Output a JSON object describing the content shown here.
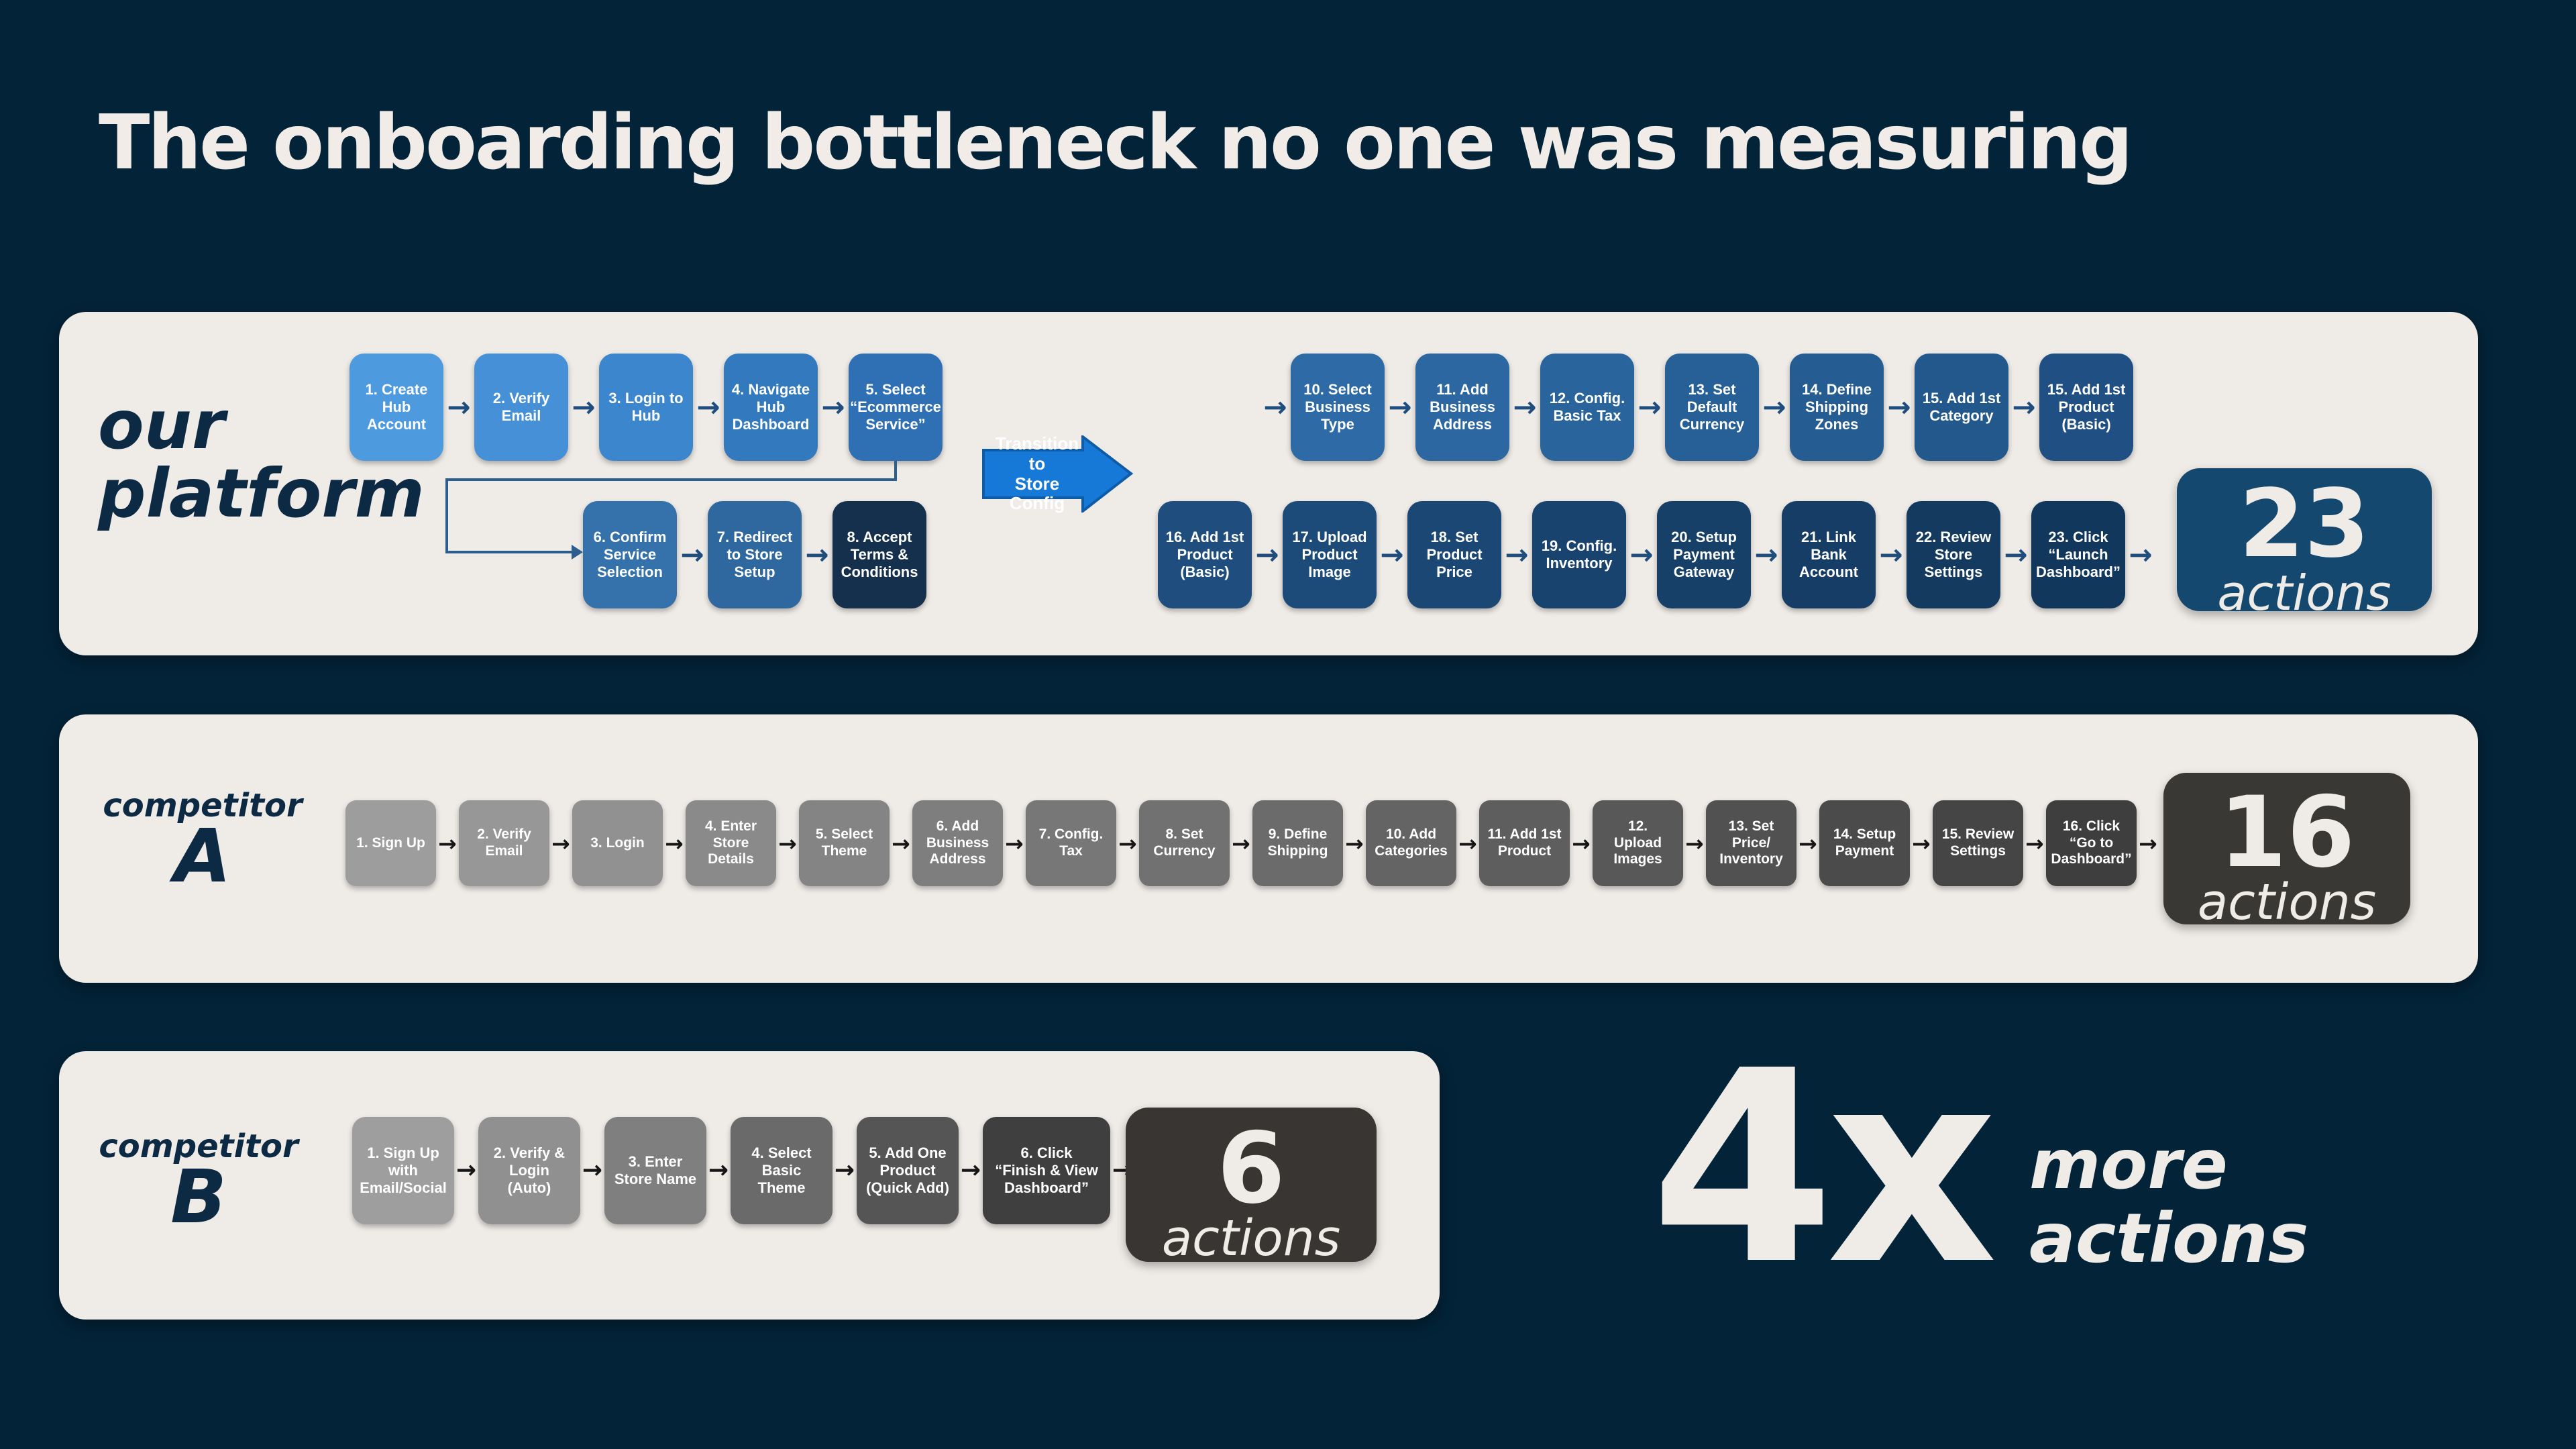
{
  "title": "The onboarding bottleneck no one was measuring",
  "colors": {
    "background": "#032338",
    "panel": "#EFEBE7",
    "title_text": "#F1ECE7",
    "label_navy": "#0D2A44",
    "transition_arrow_fill": "#1679D8",
    "transition_arrow_stroke": "#0E5CA6",
    "our_platform_badge": "#14486F",
    "competitor_a_badge": "#3A3835",
    "competitor_b_badge": "#383532"
  },
  "our_platform": {
    "label_line1": "our",
    "label_line2": "platform",
    "transition_label": "Transition to\nStore Config",
    "row1_left": [
      {
        "label": "1. Create\nHub\nAccount",
        "color": "#4E9ADF"
      },
      {
        "label": "2. Verify\nEmail",
        "color": "#4590D7"
      },
      {
        "label": "3. Login to\nHub",
        "color": "#3C86CE"
      },
      {
        "label": "4. Navigate\nHub\nDashboard",
        "color": "#3379BE"
      },
      {
        "label": "5. Select\n“Ecommerce\nService”",
        "color": "#2F6FB3"
      }
    ],
    "row2_left": [
      {
        "label": "6. Confirm\nService\nSelection",
        "color": "#3572AC"
      },
      {
        "label": "7. Redirect\nto Store\nSetup",
        "color": "#2F689F"
      },
      {
        "label": "8. Accept\nTerms &\nConditions",
        "color": "#15304D"
      }
    ],
    "row1_right": [
      {
        "label": "10. Select\nBusiness\nType",
        "color": "#2E6BA6"
      },
      {
        "label": "11. Add\nBusiness\nAddress",
        "color": "#2C67A1"
      },
      {
        "label": "12. Config.\nBasic Tax",
        "color": "#2A649C"
      },
      {
        "label": "13. Set\nDefault\nCurrency",
        "color": "#276097"
      },
      {
        "label": "14. Define\nShipping\nZones",
        "color": "#255C91"
      },
      {
        "label": "15. Add 1st\nCategory",
        "color": "#23588C"
      },
      {
        "label": "15. Add 1st\nProduct\n(Basic)",
        "color": "#205083"
      }
    ],
    "row2_right": [
      {
        "label": "16. Add 1st\nProduct\n(Basic)",
        "color": "#1E4D7E"
      },
      {
        "label": "17. Upload\nProduct\nImage",
        "color": "#1C4A79"
      },
      {
        "label": "18. Set\nProduct\nPrice",
        "color": "#1B4774"
      },
      {
        "label": "19. Config.\nInventory",
        "color": "#19436F"
      },
      {
        "label": "20. Setup\nPayment\nGateway",
        "color": "#174069"
      },
      {
        "label": "21. Link\nBank\nAccount",
        "color": "#163D65"
      },
      {
        "label": "22. Review\nStore\nSettings",
        "color": "#143A60"
      },
      {
        "label": "23. Click\n“Launch\nDashboard”",
        "color": "#12375C"
      }
    ],
    "badge": {
      "value": "23",
      "label": "actions"
    }
  },
  "competitor_a": {
    "label_line1": "competitor",
    "label_line2": "A",
    "steps": [
      {
        "label": "1. Sign Up",
        "color": "#9D9D9D"
      },
      {
        "label": "2. Verify\nEmail",
        "color": "#979797"
      },
      {
        "label": "3. Login",
        "color": "#919191"
      },
      {
        "label": "4. Enter\nStore\nDetails",
        "color": "#8A8A8A"
      },
      {
        "label": "5. Select\nTheme",
        "color": "#848484"
      },
      {
        "label": "6. Add\nBusiness\nAddress",
        "color": "#7E7E7E"
      },
      {
        "label": "7. Config.\nTax",
        "color": "#777777"
      },
      {
        "label": "8. Set\nCurrency",
        "color": "#717171"
      },
      {
        "label": "9. Define\nShipping",
        "color": "#6B6B6B"
      },
      {
        "label": "10. Add\nCategories",
        "color": "#646464"
      },
      {
        "label": "11. Add 1st\nProduct",
        "color": "#5E5E5E"
      },
      {
        "label": "12.\nUpload\nImages",
        "color": "#585858"
      },
      {
        "label": "13. Set\nPrice/\nInventory",
        "color": "#515151"
      },
      {
        "label": "14. Setup\nPayment",
        "color": "#4B4B4B"
      },
      {
        "label": "15. Review\nSettings",
        "color": "#454545"
      },
      {
        "label": "16. Click\n“Go to\nDashboard”",
        "color": "#3E3E3E"
      }
    ],
    "badge": {
      "value": "16",
      "label": "actions"
    }
  },
  "competitor_b": {
    "label_line1": "competitor",
    "label_line2": "B",
    "steps": [
      {
        "label": "1. Sign Up\nwith\nEmail/Social",
        "color": "#9E9E9E"
      },
      {
        "label": "2. Verify &\nLogin\n(Auto)",
        "color": "#909090"
      },
      {
        "label": "3. Enter\nStore Name",
        "color": "#7F7F7F"
      },
      {
        "label": "4. Select\nBasic\nTheme",
        "color": "#6A6A6A"
      },
      {
        "label": "5. Add One\nProduct\n(Quick Add)",
        "color": "#555555"
      },
      {
        "label": "6. Click\n“Finish & View\nDashboard”",
        "color": "#3F3F3F",
        "wide": true
      }
    ],
    "badge": {
      "value": "6",
      "label": "actions"
    }
  },
  "callout": {
    "multiplier": "4x",
    "line1": "more",
    "line2": "actions"
  }
}
